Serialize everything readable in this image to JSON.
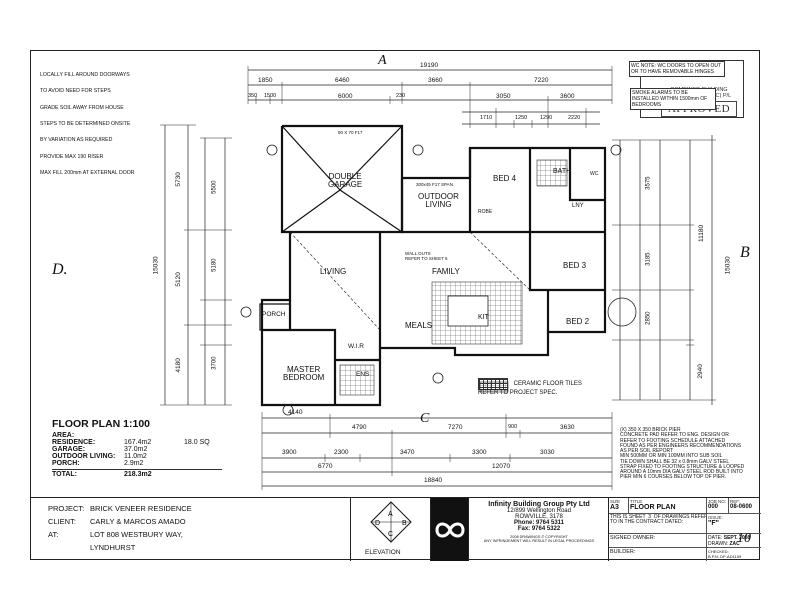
{
  "notes_top_left": [
    "LOCALLY FILL AROUND DOORWAYS",
    "TO AVOID NEED FOR STEPS",
    "GRADE SOIL AWAY FROM HOUSE",
    "STEPS TO BE DETERMINED ONSITE",
    "BY VARIATION AS REQUIRED",
    "PROVIDE MAX 190 RISER",
    "MAX FILL 200mm AT EXTERNAL DOOR"
  ],
  "wc_note": "WC NOTE: WC DOORS TO OPEN OUT OR TO HAVE REMOVABLE HINGES",
  "stamp": {
    "line1": "COMBINED BUILDING",
    "line2": "CONSULTANTS (VIC) P/L",
    "word": "APPROVED"
  },
  "smoke_note": "SMOKE ALARMS TO BE INSTALLED WITHIN 1500mm OF BEDROOMS",
  "elevation_marks": {
    "a": "A",
    "b": "B",
    "c": "C",
    "d": "D."
  },
  "rooms": {
    "double_garage": "DOUBLE\nGARAGE",
    "outdoor_living": "OUTDOOR\nLIVING",
    "bed4": "BED 4",
    "bath": "BATH",
    "living": "LIVING",
    "family": "FAMILY",
    "bed3": "BED 3",
    "bed2": "BED 2",
    "meals": "MEALS",
    "kit": "KIT",
    "porch": "PORCH",
    "wir": "W.I.R",
    "ens": "ENS",
    "master_bedroom": "MASTER\nBEDROOM",
    "robe": "ROBE",
    "lny": "LNY",
    "wc": "WC"
  },
  "dims_top": {
    "overall": "19190",
    "d1": "1850",
    "d2": "6460",
    "d3": "3660",
    "d4": "7220",
    "s1": "350",
    "s2": "1500",
    "s3": "6000",
    "s4": "230",
    "s5": "3050",
    "s6": "3600",
    "s7": "1710",
    "s8": "1250",
    "s9": "1290",
    "s10": "2220"
  },
  "dims_bottom": {
    "d1": "4140",
    "d2": "4790",
    "d3": "7270",
    "d4": "900",
    "d5": "3630",
    "e1": "3900",
    "e2": "2300",
    "e3": "3470",
    "e4": "3300",
    "e5": "3030",
    "f1": "6770",
    "f2": "12070",
    "overall": "18840"
  },
  "dims_left": {
    "overall": "15030",
    "l1": "5730",
    "l2": "5120",
    "l3": "4180",
    "m1": "5500",
    "m2": "5180",
    "m3": "3700"
  },
  "dims_right": {
    "overall": "15030",
    "r1": "11180",
    "r2": "2940",
    "r3": "3575",
    "r4": "3185",
    "r5": "2850"
  },
  "misc_labels": {
    "wall_outs": "WALL OUTS\nREFER TO SHEET 6",
    "beam": "90 X 70 F17",
    "slab": "300x45 F17 SPAN"
  },
  "floor_plan": {
    "title": "FLOOR PLAN 1:100",
    "area_label": "AREA:",
    "rows": [
      {
        "label": "RESIDENCE:",
        "value": "167.4m2",
        "sq": "18.0 SQ"
      },
      {
        "label": "GARAGE:",
        "value": "37.0m2",
        "sq": ""
      },
      {
        "label": "OUTDOOR LIVING:",
        "value": "11.0m2",
        "sq": ""
      },
      {
        "label": "PORCH:",
        "value": "2.9m2",
        "sq": ""
      }
    ],
    "total_label": "TOTAL:",
    "total_value": "218.3m2"
  },
  "legend_tiles": "CERAMIC FLOOR TILES\nREFER TO PROJECT SPEC.",
  "pier_notes": "(X) 350 X 350 BRICK PIER\nCONCRETE PAD REFER TO ENG. DESIGN OR\nREFER TO FOOTING SCHEDULE ATTACHED\nFOUND AS PER ENGINEERS RECOMMENDATIONS\nAS PER SOIL REPORT\nMIN 500MM OR MIN 100MM INTO SUB SOIL\nTIE DOWN SHALL BE 32 x 0.8mm GALV STEEL\nSTRAP FIXED TO FOOTING STRUCTURE & LOOPED\nAROUND A 10mm DIA GALV STEEL ROD BUILT INTO\nPIER MIN 6 COURSES BELOW TOP OF PIER.",
  "titleblock": {
    "project_k": "PROJECT:",
    "project_v": "BRICK VENEER RESIDENCE",
    "client_k": "CLIENT:",
    "client_v": "CARLY & MARCOS AMADO",
    "at_k": "AT:",
    "at_v1": "LOT 808 WESTBURY WAY,",
    "at_v2": "LYNDHURST",
    "elevation": "ELEVATION",
    "company": "Infinity Building Group Pty Ltd",
    "addr1": "12/899 Wellington Road",
    "addr2": "ROWVILLE, 3178",
    "phone": "Phone:  9764 5311",
    "fax": "Fax:    9764 5322",
    "copyright": "2008 DRAWINGS © COPYRIGHT\nANY INFRINGEMENT WILL RESULT IN LEGAL PROCEEDINGS",
    "size_cap": "SIZE",
    "size": "A3",
    "title_cap": "TITLE",
    "title": "FLOOR PLAN",
    "job_cap": "JOB NO:",
    "job": "000",
    "ref_cap": "REF:",
    "ref": "08-0600",
    "issue_cap": "ISSUE:",
    "issue": "\"F\"",
    "sheet_text": "THIS IS SHEET  3  OF DRAWINGS REFERRED\nTO IN THE CONTRACT DATED:",
    "signed_owner": "SIGNED OWNER:",
    "builder": "BUILDER:",
    "date_cap": "DATE:",
    "date": "SEPT. 2008",
    "drawn_cap": "DRAWN:",
    "drawn": "ZAC",
    "checked_cap": "CHECKED:",
    "bpn": "B.P.N:",
    "dp": "DP-AD1159",
    "page_mark": "10"
  }
}
